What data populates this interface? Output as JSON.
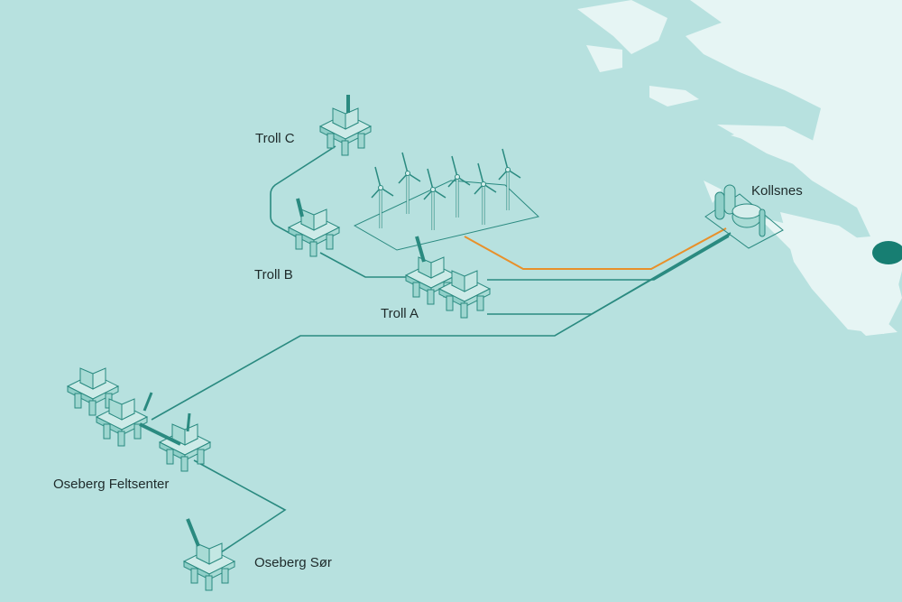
{
  "labels": {
    "troll_c": "Troll C",
    "troll_b": "Troll B",
    "troll_a": "Troll A",
    "kollsnes": "Kollsnes",
    "oseberg_feltsenter": "Oseberg Feltsenter",
    "oseberg_sor": "Oseberg Sør"
  },
  "colors": {
    "sea": "#b7e1df",
    "land": "#e6f5f4",
    "pipeline": "#2a8a80",
    "power_cable": "#e8902a",
    "marker": "#177e72",
    "structure": "#9fd6d0"
  }
}
